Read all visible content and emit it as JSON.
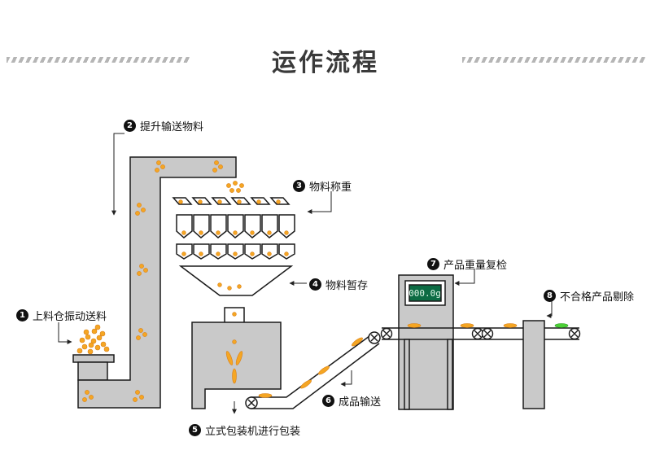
{
  "title": "运作流程",
  "steps": [
    {
      "num": "1",
      "label": "上料仓振动送料"
    },
    {
      "num": "2",
      "label": "提升输送物料"
    },
    {
      "num": "3",
      "label": "物料称重"
    },
    {
      "num": "4",
      "label": "物料暂存"
    },
    {
      "num": "5",
      "label": "立式包装机进行包装"
    },
    {
      "num": "6",
      "label": "成品输送"
    },
    {
      "num": "7",
      "label": "产品重量复检"
    },
    {
      "num": "8",
      "label": "不合格产品剔除"
    }
  ],
  "scale_display": "000.0g",
  "colors": {
    "machine_fill": "#c9c9c9",
    "outline": "#1a1a1a",
    "product": "#f5a623",
    "product_edge": "#d9801a",
    "reject": "#4cd137",
    "screen": "#0c6b43"
  }
}
